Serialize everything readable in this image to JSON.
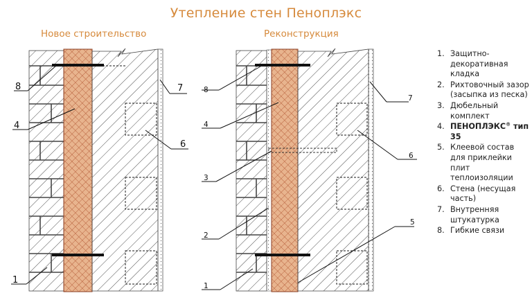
{
  "title": "Утепление стен Пеноплэкс",
  "panels": [
    {
      "subtitle": "Новое строительство",
      "callouts": [
        "8",
        "4",
        "1",
        "7",
        "6"
      ]
    },
    {
      "subtitle": "Реконструкция",
      "callouts": [
        "8",
        "4",
        "3",
        "2",
        "1",
        "7",
        "6",
        "5"
      ]
    }
  ],
  "legend": [
    {
      "num": "1.",
      "text": "Защитно-декоративная кладка"
    },
    {
      "num": "2.",
      "text": "Рихтовочный зазор (засыпка из песка)"
    },
    {
      "num": "3.",
      "text": "Дюбельный комплект"
    },
    {
      "num": "4.",
      "text": "ПЕНОПЛЭКС",
      "sup": "®",
      "text2": " тип 35",
      "bold": true
    },
    {
      "num": "5.",
      "text": "Клеевой состав для приклейки плит теплоизоляции"
    },
    {
      "num": "6.",
      "text": "Стена (несущая часть)"
    },
    {
      "num": "7.",
      "text": "Внутренняя штукатурка"
    },
    {
      "num": "8.",
      "text": "Гибкие связи"
    }
  ],
  "colors": {
    "title": "#d68a3c",
    "insulation": "#e8b48e",
    "insulation_mesh": "#b45a36",
    "ties": "#111111",
    "hatch": "#333333"
  }
}
